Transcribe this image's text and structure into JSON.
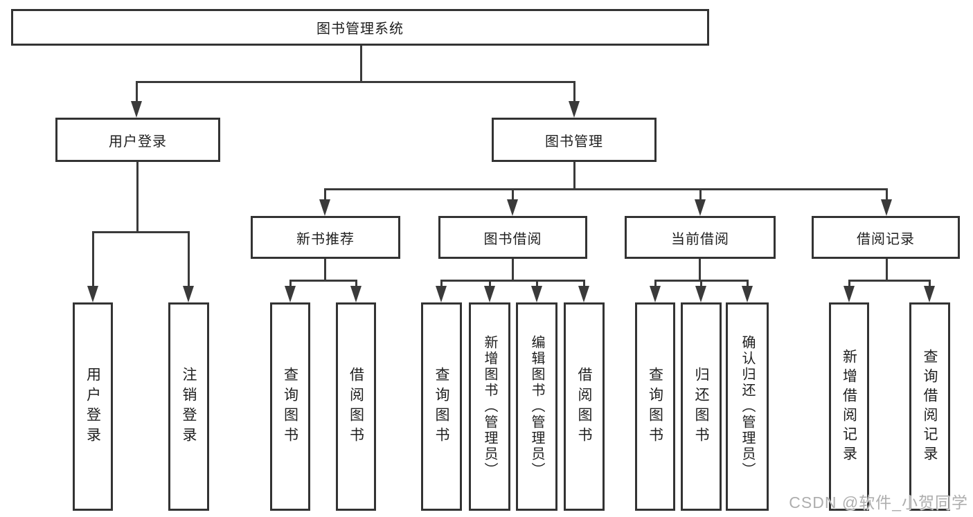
{
  "diagram": {
    "root": {
      "label": "图书管理系统"
    },
    "level2": [
      {
        "label": "用户登录"
      },
      {
        "label": "图书管理"
      }
    ],
    "level3": [
      {
        "label": "新书推荐"
      },
      {
        "label": "图书借阅"
      },
      {
        "label": "当前借阅"
      },
      {
        "label": "借阅记录"
      }
    ],
    "leaves": [
      {
        "label": "用户登录"
      },
      {
        "label": "注销登录"
      },
      {
        "label": "查询图书"
      },
      {
        "label": "借阅图书"
      },
      {
        "label": "查询图书"
      },
      {
        "label": "新增图书（管理员）"
      },
      {
        "label": "编辑图书（管理员）"
      },
      {
        "label": "借阅图书"
      },
      {
        "label": "查询图书"
      },
      {
        "label": "归还图书"
      },
      {
        "label": "确认归还（管理员）"
      },
      {
        "label": "新增借阅记录"
      },
      {
        "label": "查询借阅记录"
      }
    ]
  },
  "watermark": {
    "text": "CSDN @软件_小贺同学"
  },
  "colors": {
    "line": "#3a3a3a",
    "box_border": "#333333",
    "text": "#1f1f1f",
    "watermark": "#aeaeae",
    "background": "#ffffff"
  }
}
